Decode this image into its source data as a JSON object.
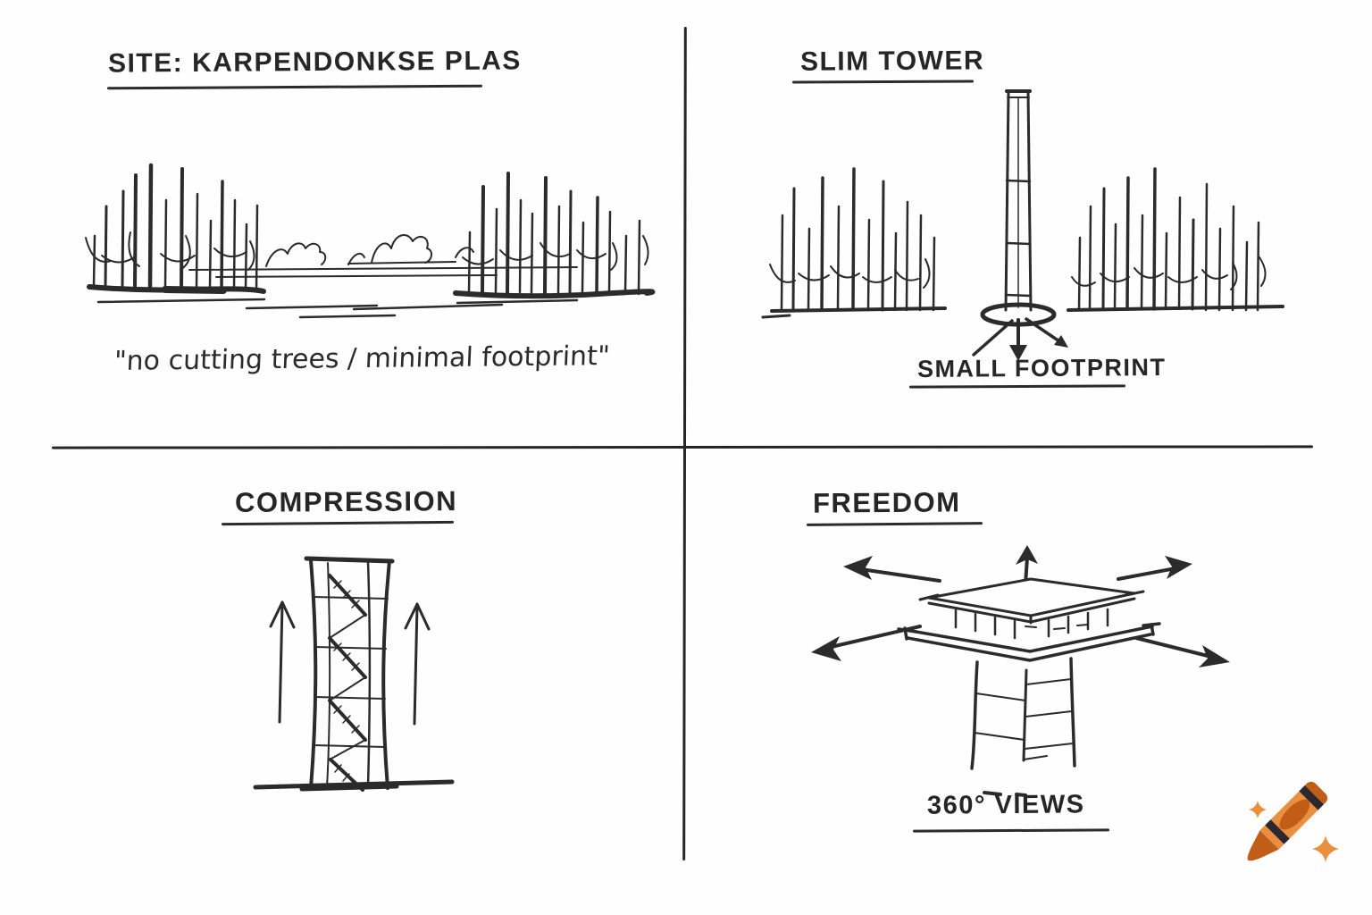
{
  "colors": {
    "background": "#fefefe",
    "ink": "#2b2b2b",
    "crayon_body": "#EA8F3F",
    "crayon_dark": "#C05E17",
    "crayon_stripe": "#2B2830",
    "sparkle": "#EA8F3F"
  },
  "panels": {
    "site": {
      "title": "SITE: KARPENDONKSE PLAS",
      "quote": "\"no cutting trees / minimal footprint\""
    },
    "slim_tower": {
      "title": "SLIM TOWER",
      "caption": "SMALL FOOTPRINT"
    },
    "compression": {
      "title": "COMPRESSION"
    },
    "freedom": {
      "title": "FREEDOM",
      "caption": "360° VIEWS"
    }
  },
  "watermark": {
    "icon": "crayon-with-sparkles"
  }
}
